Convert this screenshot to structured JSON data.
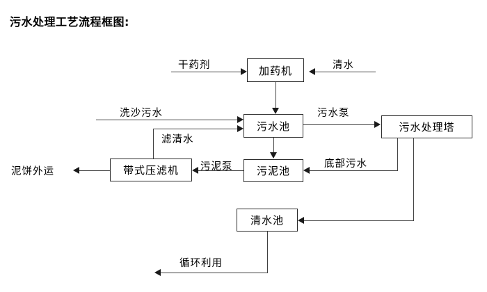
{
  "title": "污水处理工艺流程框图:",
  "diagram": {
    "type": "flowchart",
    "nodes": [
      {
        "id": "dosing_machine",
        "label": "加药机"
      },
      {
        "id": "sewage_pool",
        "label": "污水池"
      },
      {
        "id": "treatment_tower",
        "label": "污水处理塔"
      },
      {
        "id": "belt_filter_press",
        "label": "带式压滤机"
      },
      {
        "id": "sludge_pool",
        "label": "污泥池"
      },
      {
        "id": "clear_water_pool",
        "label": "清水池"
      }
    ],
    "terminals": [
      {
        "id": "dry_reagent",
        "label": "干药剂"
      },
      {
        "id": "clean_water_in",
        "label": "清水"
      },
      {
        "id": "sand_wash_sewage",
        "label": "洗沙污水"
      },
      {
        "id": "mud_cake_out",
        "label": "泥饼外运"
      },
      {
        "id": "recycle_use",
        "label": "循环利用"
      }
    ],
    "edge_labels": [
      {
        "id": "sewage_pump",
        "label": "污水泵"
      },
      {
        "id": "filtered_water",
        "label": "滤清水"
      },
      {
        "id": "sludge_pump",
        "label": "污泥泵"
      },
      {
        "id": "bottom_sewage",
        "label": "底部污水"
      }
    ]
  }
}
